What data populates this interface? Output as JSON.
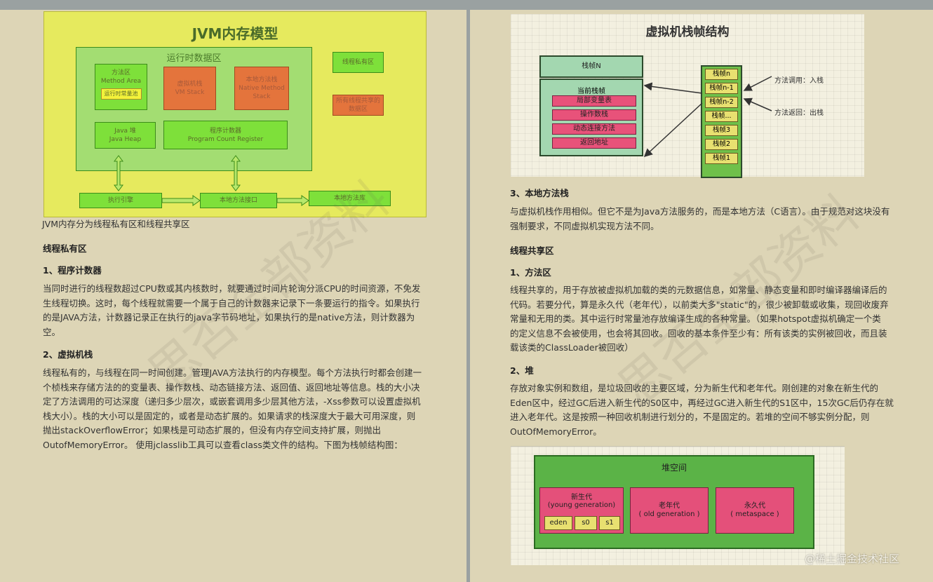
{
  "left": {
    "jvm_diagram": {
      "title": "JVM内存模型",
      "runtime_area": "运行时数据区",
      "method_area": [
        "方法区",
        "Method Area"
      ],
      "constant_pool": "运行时常量池",
      "vm_stack": [
        "虚拟机栈",
        "VM Stack"
      ],
      "native_stack": [
        "本地方法栈",
        "Native Method Stack"
      ],
      "heap": [
        "Java 堆",
        "Java Heap"
      ],
      "pc": [
        "程序计数器",
        "Program Count Register"
      ],
      "legend_private": "线程私有区",
      "legend_shared": [
        "所有线程共享的",
        "数据区"
      ],
      "engine": "执行引擎",
      "native_iface": "本地方法接口",
      "native_lib": "本地方法库"
    },
    "caption": "JVM内存分为线程私有区和线程共享区",
    "h_private": "线程私有区",
    "h_pc": "1、程序计数器",
    "p_pc": [
      "当同时进行的线程数超过CPU数或其内核数时，就要通过时间片轮询分派CPU的时间资源，不免发",
      "生线程切换。这时，每个线程就需要一个属于自己的计数器来记录下一条要运行的指令。如果执行",
      "的是JAVA方法，计数器记录正在执行的java字节码地址，如果执行的是native方法，则计数器为",
      "空。"
    ],
    "h_vmstack": "2、虚拟机栈",
    "p_vmstack": [
      "线程私有的，与线程在同一时间创建。管理JAVA方法执行的内存模型。每个方法执行时都会创建一",
      "个桢栈来存储方法的的变量表、操作数栈、动态链接方法、返回值、返回地址等信息。栈的大小决",
      "定了方法调用的可达深度（递归多少层次，或嵌套调用多少层其他方法，-Xss参数可以设置虚拟机",
      "栈大小）。栈的大小可以是固定的，或者是动态扩展的。如果请求的栈深度大于最大可用深度，则",
      "抛出stackOverflowError；如果栈是可动态扩展的，但没有内存空间支持扩展，则抛出",
      "OutofMemoryError。 使用jclasslib工具可以查看class类文件的结构。下图为栈帧结构图："
    ],
    "watermark": "思否全部资料"
  },
  "right": {
    "stack_diagram": {
      "title": "虚拟机栈帧结构",
      "frame_n": "栈帧N",
      "current_frame": "当前栈帧",
      "items": [
        "局部变量表",
        "操作数栈",
        "动态连接方法",
        "返回地址"
      ],
      "stack": [
        "栈帧n",
        "栈帧n-1",
        "栈帧n-2",
        "栈帧...",
        "栈帧3",
        "栈帧2",
        "栈帧1"
      ],
      "push_label": "方法调用：入栈",
      "pop_label": "方法返回：出栈"
    },
    "h_native": "3、本地方法栈",
    "p_native": [
      "与虚拟机栈作用相似。但它不是为Java方法服务的，而是本地方法（C语言）。由于规范对这块没有",
      "强制要求，不同虚拟机实现方法不同。"
    ],
    "h_shared": "线程共享区",
    "h_method": "1、方法区",
    "p_method": [
      "线程共享的，用于存放被虚拟机加载的类的元数据信息，如常量、静态变量和即时编译器编译后的",
      "代码。若要分代，算是永久代（老年代），以前类大多\"static\"的，很少被卸载或收集，现回收废弃",
      "常量和无用的类。其中运行时常量池存放编译生成的各种常量。（如果hotspot虚拟机确定一个类",
      "的定义信息不会被使用，也会将其回收。回收的基本条件至少有：所有该类的实例被回收，而且装",
      "载该类的ClassLoader被回收）"
    ],
    "h_heap": "2、堆",
    "p_heap": [
      "存放对象实例和数组，是垃圾回收的主要区域，分为新生代和老年代。刚创建的对象在新生代的",
      "Eden区中，经过GC后进入新生代的S0区中，再经过GC进入新生代的S1区中，15次GC后仍存在就",
      "进入老年代。这是按照一种回收机制进行划分的，不是固定的。若堆的空间不够实例分配，则",
      "OutOfMemoryError。"
    ],
    "heap_diagram": {
      "title": "堆空间",
      "young": [
        "新生代",
        "(young generation)"
      ],
      "eden": "eden",
      "s0": "s0",
      "s1": "s1",
      "old": [
        "老年代",
        "( old generation )"
      ],
      "perm": [
        "永久代",
        "( metaspace )"
      ]
    },
    "footer": "@稀土掘金技术社区",
    "watermark": "思否全部资料"
  }
}
